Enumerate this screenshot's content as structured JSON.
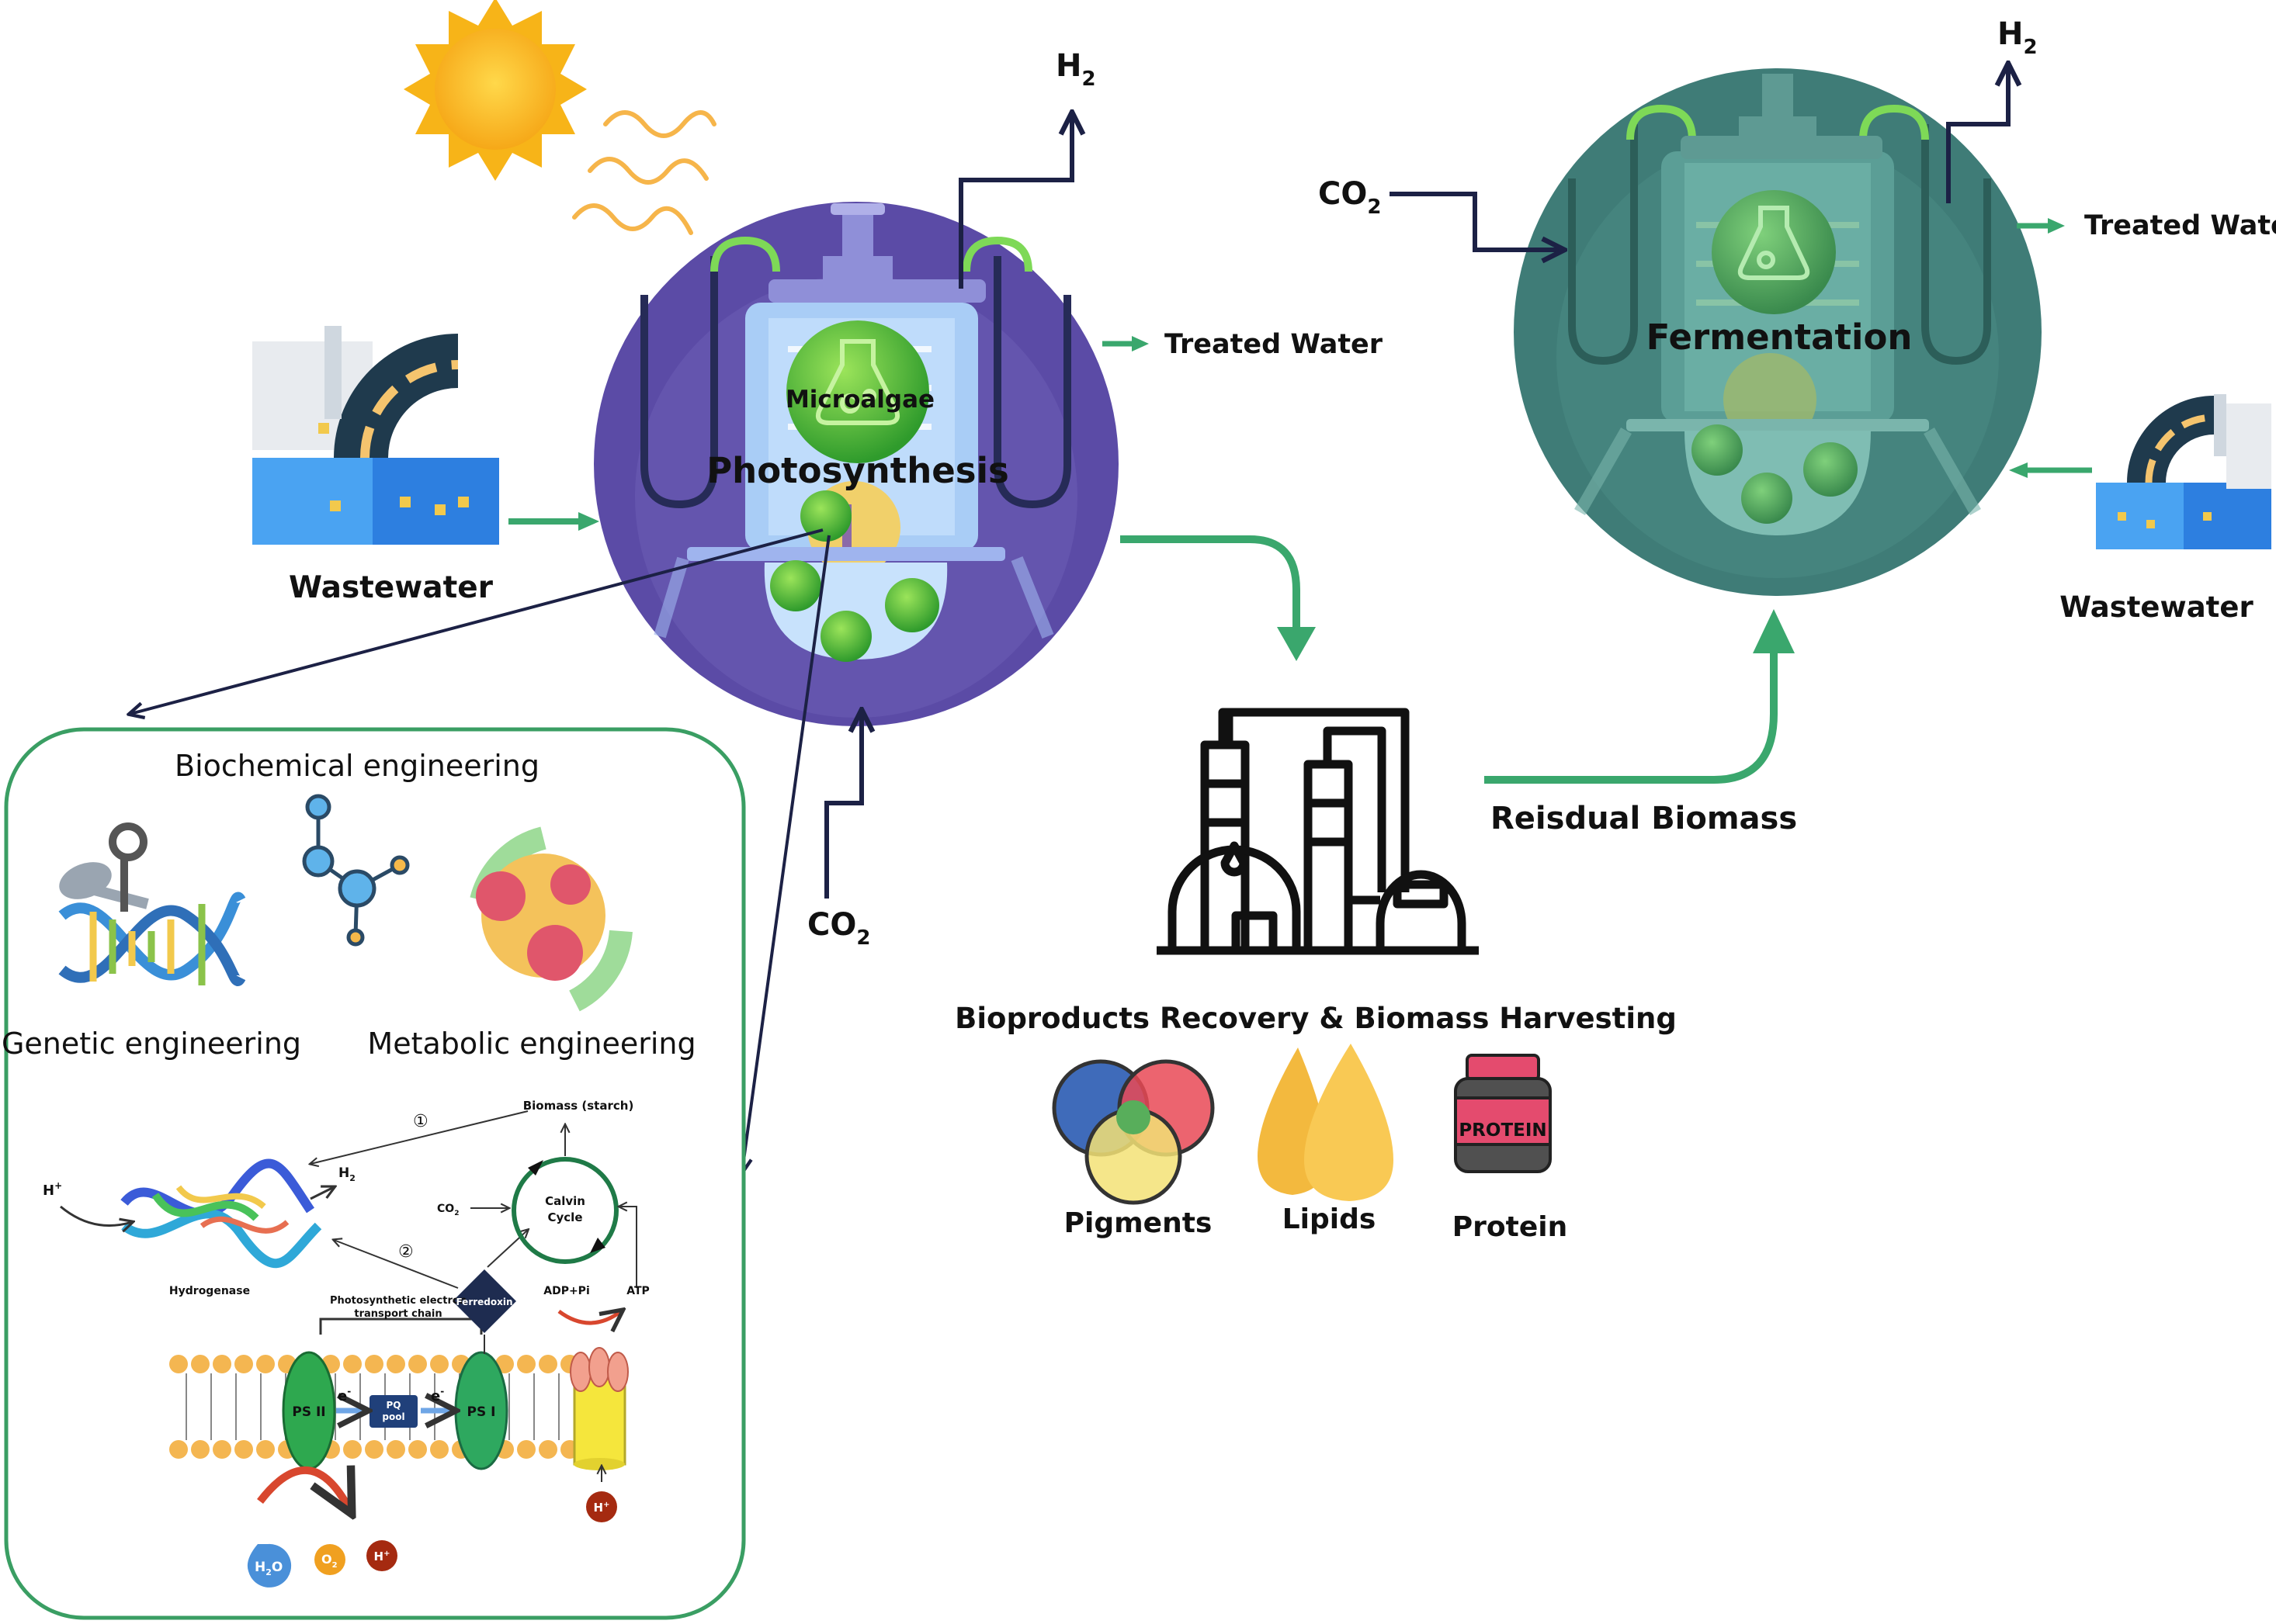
{
  "photobioreactor": {
    "organism": "Microalgae",
    "process": "Photosynthesis",
    "input_left": "Wastewater",
    "input_bottom": "CO",
    "input_bottom_sub": "2",
    "output_top": "H",
    "output_top_sub": "2",
    "output_right": "Treated Water"
  },
  "fermenter": {
    "process": "Fermentation",
    "input_left": "CO",
    "input_left_sub": "2",
    "output_top": "H",
    "output_top_sub": "2",
    "output_right": "Treated Water",
    "input_right": "Wastewater"
  },
  "link_label": "Reisdual Biomass",
  "recovery": {
    "title": "Bioproducts Recovery & Biomass Harvesting",
    "products": [
      "Pigments",
      "Lipids",
      "Protein"
    ],
    "protein_jar_label": "PROTEIN"
  },
  "engineering_panel": {
    "top_label": "Biochemical engineering",
    "left_label": "Genetic engineering",
    "right_label": "Metabolic engineering"
  },
  "pathway": {
    "biomass": "Biomass (starch)",
    "circled_1": "①",
    "circled_2": "②",
    "h_plus": "H",
    "h_plus_sup": "+",
    "h2": "H",
    "h2_sub": "2",
    "co2": "CO",
    "co2_sub": "2",
    "calvin_line1": "Calvin",
    "calvin_line2": "Cycle",
    "hydrogenase": "Hydrogenase",
    "etc_line1": "Photosynthetic electron",
    "etc_line2": "transport chain",
    "ferredoxin": "Ferredoxin",
    "adp": "ADP+Pi",
    "atp": "ATP",
    "psii": "PS II",
    "psi": "PS I",
    "pq_line1": "PQ",
    "pq_line2": "pool",
    "electron": "e",
    "electron_sup": "-",
    "h2o": "H",
    "h2o_sub": "2",
    "h2o_tail": "O",
    "o2": "O",
    "o2_sub": "2",
    "h_plus_bottom": "H",
    "colors": {
      "panel_border": "#3a9e63",
      "arrow_green": "#3aa76d",
      "arrow_navy": "#1c2145",
      "reactor_purple": "#5b4ba6",
      "fermenter_teal": "#3f7c77"
    }
  }
}
